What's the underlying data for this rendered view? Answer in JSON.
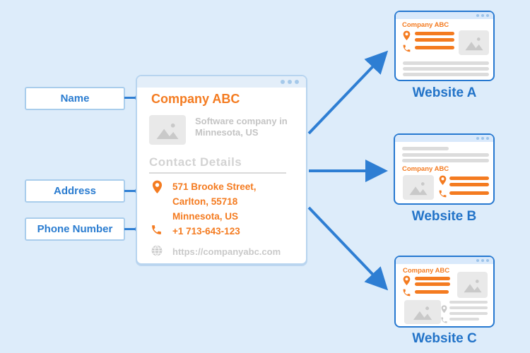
{
  "colors": {
    "background": "#ddecfa",
    "accent_orange": "#f47b20",
    "accent_blue": "#2e7ed3",
    "caption_blue": "#2273c8",
    "light_border_blue": "#a9cdec",
    "site_border_blue": "#2678d0",
    "gray_text": "#c6c6c6",
    "gray_bar": "#dcdcdc"
  },
  "icons": [
    "location-pin-icon",
    "phone-icon",
    "globe-icon",
    "image-placeholder-icon",
    "window-dots-icon",
    "arrow-icon"
  ],
  "labels": {
    "name": "Name",
    "address": "Address",
    "phone": "Phone Number"
  },
  "main_card": {
    "title": "Company ABC",
    "description": "Software company in Minnesota, US",
    "section_title": "Contact Details",
    "address_lines": [
      "571 Brooke Street,",
      "Carlton, 55718",
      "Minnesota, US"
    ],
    "phone": "+1 713-643-123",
    "website": "https://companyabc.com"
  },
  "websites": [
    {
      "caption": "Website A",
      "listing_title": "Company ABC"
    },
    {
      "caption": "Website B",
      "listing_title": "Company ABC"
    },
    {
      "caption": "Website C",
      "listing_title": "Company ABC"
    }
  ]
}
